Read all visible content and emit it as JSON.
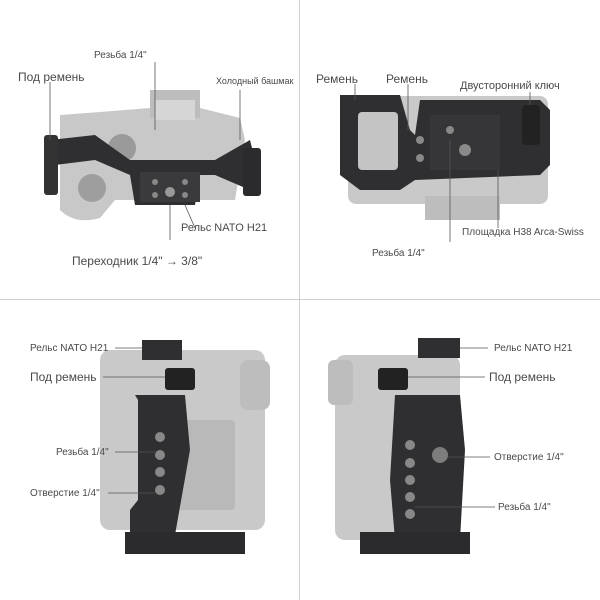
{
  "panels": [
    {
      "view": "top",
      "labels": {
        "thread_top": "Резьба 1/4\"",
        "strap_left": "Под ремень",
        "cold_shoe": "Холодный башмак",
        "nato_rail": "Рельс NATO H21",
        "adapter": "Переходник 1/4\" → 3/8\""
      }
    },
    {
      "view": "bottom",
      "labels": {
        "strap_1": "Ремень",
        "strap_2": "Ремень",
        "double_key": "Двусторонний ключ",
        "arca_plate": "Площадка H38 Arca-Swiss",
        "thread": "Резьба 1/4\""
      }
    },
    {
      "view": "left-side",
      "labels": {
        "nato_rail": "Рельс NATO H21",
        "strap": "Под ремень",
        "thread": "Резьба 1/4\"",
        "hole": "Отверстие 1/4\""
      }
    },
    {
      "view": "right-side",
      "labels": {
        "nato_rail": "Рельс NATO H21",
        "strap": "Под ремень",
        "hole": "Отверстие 1/4\"",
        "thread": "Резьба 1/4\""
      }
    }
  ],
  "colors": {
    "cage": "#2f2f31",
    "camera": "#c9c9c9",
    "divider": "#cfcfcf",
    "leader": "#555555"
  }
}
